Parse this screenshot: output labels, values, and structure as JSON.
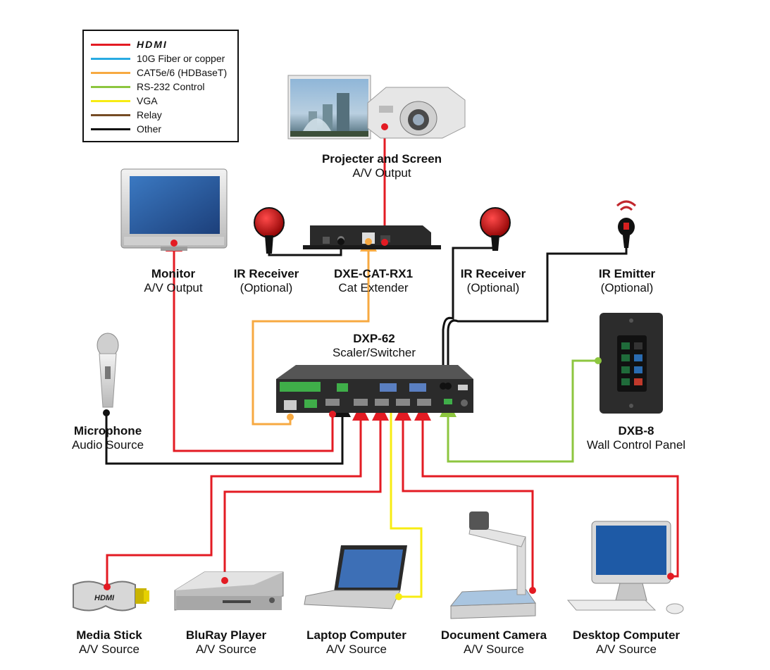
{
  "legend": {
    "items": [
      {
        "label": "HDMI",
        "color": "#e31b23"
      },
      {
        "label": "10G Fiber or copper",
        "color": "#29abe2"
      },
      {
        "label": "CAT5e/6 (HDBaseT)",
        "color": "#f7a941"
      },
      {
        "label": "RS-232 Control",
        "color": "#8dc63f"
      },
      {
        "label": "VGA",
        "color": "#f7ec13"
      },
      {
        "label": "Relay",
        "color": "#754c24"
      },
      {
        "label": "Other",
        "color": "#111111"
      }
    ]
  },
  "devices": {
    "projector": {
      "title": "Projecter and Screen",
      "subtitle": "A/V Output"
    },
    "monitor": {
      "title": "Monitor",
      "subtitle": "A/V Output"
    },
    "ir_receiver_1": {
      "title": "IR Receiver",
      "subtitle": "(Optional)"
    },
    "extender": {
      "title": "DXE-CAT-RX1",
      "subtitle": "Cat Extender"
    },
    "ir_receiver_2": {
      "title": "IR Receiver",
      "subtitle": "(Optional)"
    },
    "ir_emitter": {
      "title": "IR Emitter",
      "subtitle": "(Optional)"
    },
    "switcher": {
      "title": "DXP-62",
      "subtitle": "Scaler/Switcher"
    },
    "microphone": {
      "title": "Microphone",
      "subtitle": "Audio Source"
    },
    "wall_panel": {
      "title": "DXB-8",
      "subtitle": "Wall Control Panel"
    },
    "media_stick": {
      "title": "Media Stick",
      "subtitle": "A/V Source",
      "badge": "HDMI"
    },
    "bluray": {
      "title": "BluRay Player",
      "subtitle": "A/V Source"
    },
    "laptop": {
      "title": "Laptop Computer",
      "subtitle": "A/V Source"
    },
    "doc_camera": {
      "title": "Document Camera",
      "subtitle": "A/V Source"
    },
    "desktop": {
      "title": "Desktop Computer",
      "subtitle": "A/V Source"
    }
  },
  "colors": {
    "hdmi": "#e31b23",
    "cat": "#f7a941",
    "rs232": "#8dc63f",
    "vga": "#f7ec13",
    "other": "#111111"
  }
}
